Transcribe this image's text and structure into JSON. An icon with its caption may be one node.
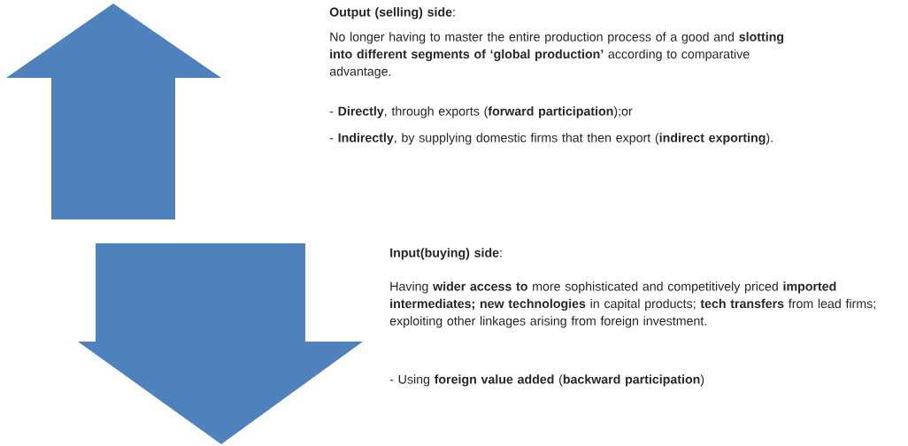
{
  "diagram": {
    "labels": [
      "**Output (selling) side**:",
      "No longer having to master the entire production process of a good and **slotting into different segments of ‘global production’** according to comparative advantage.",
      "- **Directly**, through exports  (**forward participation**);or",
      "- **Indirectly**, by supplying domestic firms that then export (**indirect exporting**).",
      "**Input(buying) side**:",
      "Having **wider access to** more sophisticated and competitively priced **imported intermediates; new technologies** in capital products; **tech transfers** from lead firms; exploiting other linkages arising from foreign investment.",
      "- Using **foreign value added** (**backward participation**)"
    ]
  }
}
